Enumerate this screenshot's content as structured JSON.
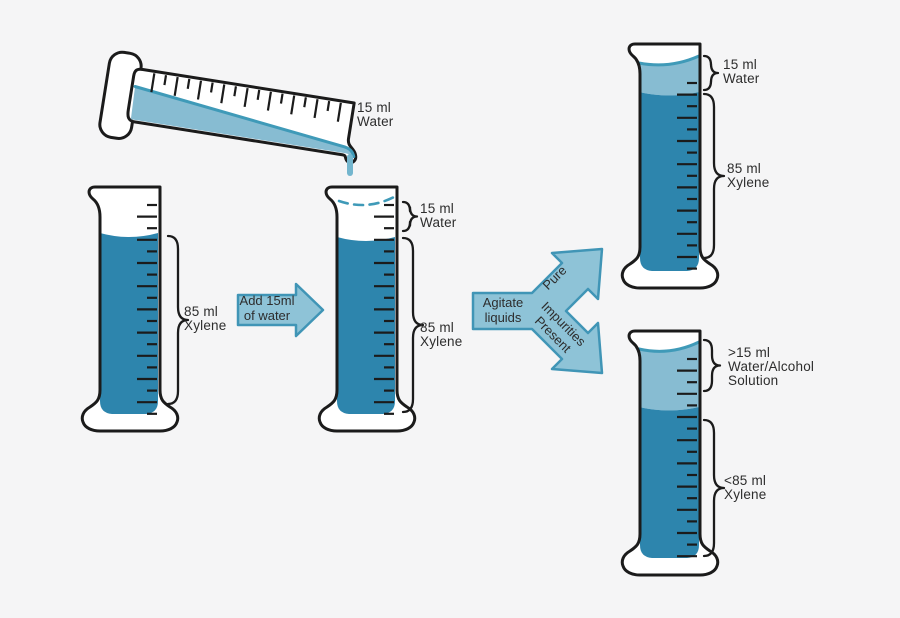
{
  "diagram": {
    "pour_cylinder": {
      "label": {
        "line1": "15 ml",
        "line2": "Water"
      }
    },
    "left_cylinder": {
      "label": {
        "line1": "85 ml",
        "line2": "Xylene"
      }
    },
    "add_arrow": {
      "label": {
        "line1": "Add 15ml",
        "line2": "of water"
      }
    },
    "middle_cylinder": {
      "water_label": {
        "line1": "15 ml",
        "line2": "Water"
      },
      "xylene_label": {
        "line1": "85 ml",
        "line2": "Xylene"
      }
    },
    "agitate_arrow": {
      "label": {
        "line1": "Agitate",
        "line2": "liquids"
      },
      "pure_label": "Pure",
      "impurities_label": {
        "line1": "Impurities",
        "line2": "Present"
      }
    },
    "pure_cylinder": {
      "water_label": {
        "line1": "15 ml",
        "line2": "Water"
      },
      "xylene_label": {
        "line1": "85 ml",
        "line2": "Xylene"
      }
    },
    "impure_cylinder": {
      "water_label": {
        "line1": ">15 ml",
        "line2": "Water/Alcohol",
        "line3": "Solution"
      },
      "xylene_label": {
        "line1": "<85 ml",
        "line2": "Xylene"
      }
    }
  },
  "colors": {
    "bg": "#f5f5f6",
    "outline": "#1b1b1b",
    "text": "#2d2d2d",
    "xylene": "#2d85ad",
    "water": "#87bcd2",
    "wedge": "#3f9ab8",
    "drip": "#74b6ce",
    "arrow": "#8ec3d7",
    "arrowedge": "#4095b6"
  }
}
